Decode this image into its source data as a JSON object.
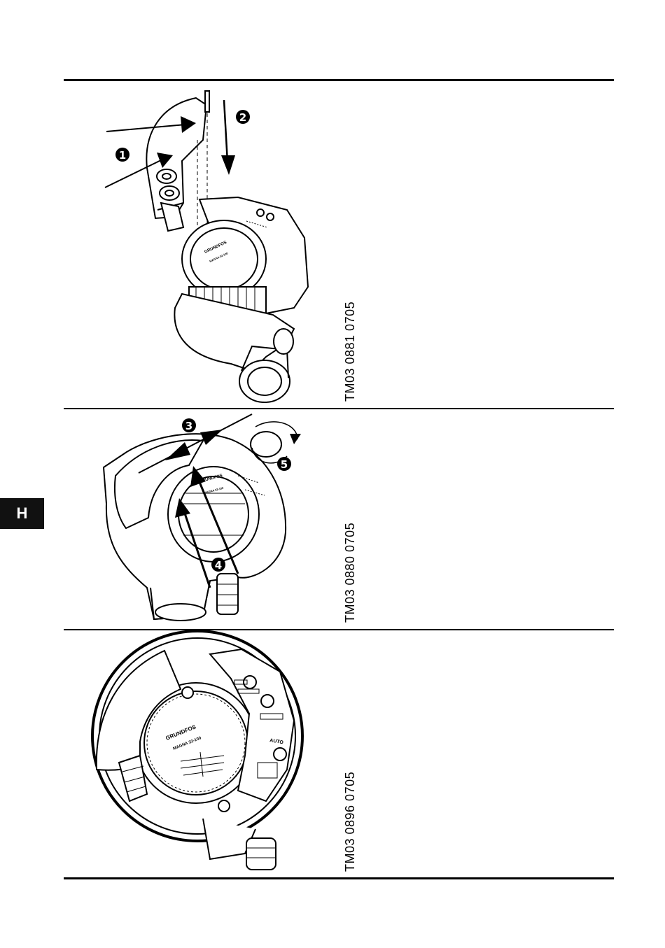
{
  "section_tab": "H",
  "figures": [
    {
      "code": "TM03 0881 0705",
      "callouts": [
        "1",
        "2"
      ],
      "brand": "GRUNDFOS",
      "model": "MAGNA 32-100"
    },
    {
      "code": "TM03 0880 0705",
      "callouts": [
        "3",
        "4",
        "5"
      ],
      "brand": "GRUNDFOS",
      "model": "MAGNA 32-100"
    },
    {
      "code": "TM03 0896 0705",
      "brand": "GRUNDFOS",
      "model": "MAGNA 32-100",
      "panel_label": "AUTO"
    }
  ],
  "colors": {
    "ink": "#000000",
    "paper": "#ffffff",
    "tab": "#111111"
  }
}
